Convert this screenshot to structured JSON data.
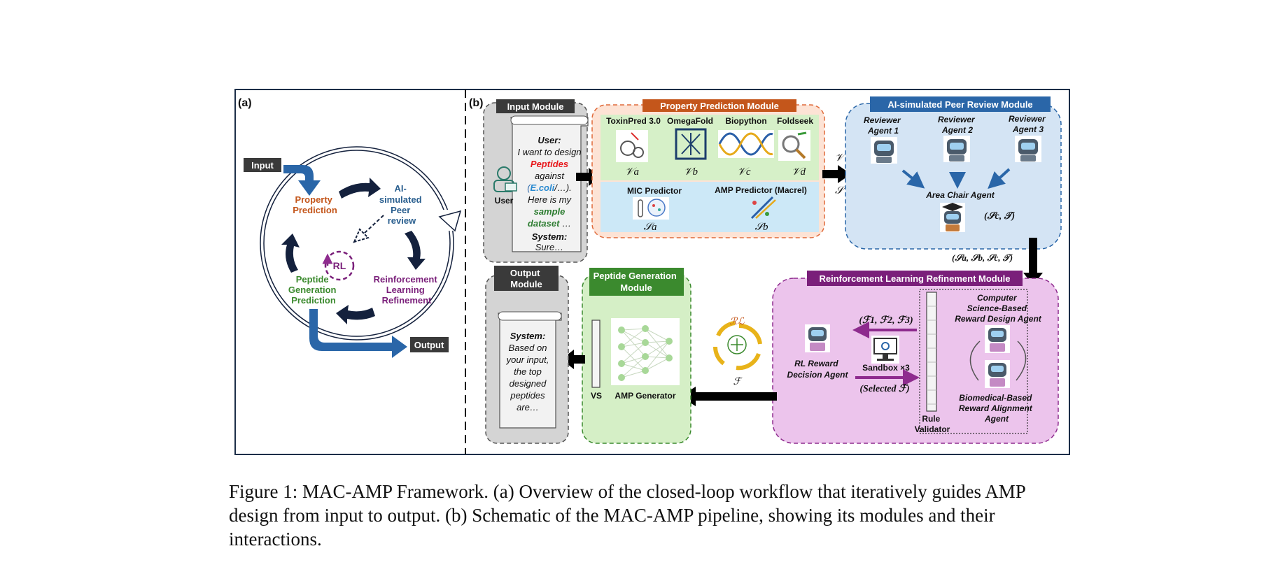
{
  "panel_a": {
    "label": "(a)",
    "input": "Input",
    "output": "Output",
    "property_prediction": [
      "Property",
      "Prediction"
    ],
    "peer_review": [
      "AI-",
      "simulated",
      "Peer",
      "review"
    ],
    "rl_refinement": [
      "Reinforcement",
      "Learning",
      "Refinement"
    ],
    "peptide_generation": [
      "Peptide",
      "Generation",
      "Prediction"
    ],
    "rl": "RL"
  },
  "panel_b": {
    "label": "(b)",
    "input_module": {
      "title": "Input Module",
      "user_caption": "User",
      "dialog": {
        "user_label": "User:",
        "line1": "I want to design",
        "peptides": "Peptides",
        "against": "against",
        "ecoli_open": "(",
        "ecoli": "E.coli",
        "ecoli_close": "/…).",
        "here": "Here is my",
        "sample": "sample",
        "dataset": "dataset",
        "ellipsis": " …",
        "system_label": "System:",
        "sure": "Sure…"
      }
    },
    "property_module": {
      "title": "Property Prediction Module",
      "tools": [
        {
          "name": "ToxinPred 3.0",
          "symbol": "𝒱a"
        },
        {
          "name": "OmegaFold",
          "symbol": "𝒱b"
        },
        {
          "name": "Biopython",
          "symbol": "𝒱c"
        },
        {
          "name": "Foldseek",
          "symbol": "𝒱d"
        }
      ],
      "mic": {
        "name": "MIC Predictor",
        "symbol": "𝒮a"
      },
      "amp": {
        "name": "AMP Predictor (Macrel)",
        "symbol": "𝒮b"
      },
      "v_label": "𝒱",
      "s_label": "𝒮"
    },
    "peer_module": {
      "title": "AI-simulated Peer Review Module",
      "reviewers": [
        [
          "Reviewer",
          "Agent 1"
        ],
        [
          "Reviewer",
          "Agent 2"
        ],
        [
          "Reviewer",
          "Agent 3"
        ]
      ],
      "area_chair": "Area Chair  Agent",
      "sc_t": "(𝒮c, 𝒯)",
      "tuple": "(𝒮a, 𝒮b, 𝒮c, 𝒯)"
    },
    "rl_module": {
      "title": "Reinforcement Learning Refinement Module",
      "f123": "(ℱ1, ℱ2, ℱ3)",
      "sandbox": "Sandbox ×3",
      "selected": "(Selected ℱ)",
      "decision_agent": [
        "RL Reward",
        "Decision Agent"
      ],
      "rule_validator": [
        "Rule",
        "Validator"
      ],
      "cs_agent": [
        "Computer",
        "Science-Based",
        "Reward Design Agent"
      ],
      "bio_agent": [
        "Biomedical-Based",
        "Reward Alignment",
        "Agent"
      ]
    },
    "peptide_module": {
      "title": [
        "Peptide Generation",
        "Module"
      ],
      "vs": "VS",
      "generator": "AMP Generator",
      "rl_symbol": "ℛℒ",
      "f_symbol": "ℱ"
    },
    "output_module": {
      "title": [
        "Output",
        "Module"
      ],
      "system_label": "System:",
      "lines": [
        "Based on",
        "your input,",
        "the top",
        "designed",
        "peptides",
        "are…"
      ]
    }
  },
  "caption": "Figure 1: MAC-AMP Framework. (a) Overview of the closed-loop workflow that iteratively guides AMP design from input to output. (b) Schematic of the MAC-AMP pipeline, showing its modules and their interactions.",
  "colors": {
    "navy": "#14213d",
    "blue": "#2a66a8",
    "orange": "#c4561b",
    "purple": "#7a1f7a",
    "green": "#3b8a2e",
    "grey_module": "#d4d4d4",
    "property_bg": "#fde3d5",
    "peer_bg": "#d4e4f4",
    "rl_bg": "#ecc4ec",
    "gen_bg": "#d5efc6"
  }
}
